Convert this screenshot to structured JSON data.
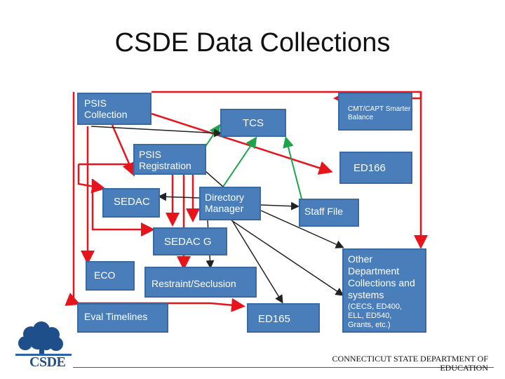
{
  "title": "CSDE Data Collections",
  "boxes": {
    "psis_collection": "PSIS Collection",
    "cmt_capt": "CMT/CAPT Smarter Balance",
    "tcs": "TCS",
    "psis_registration": "PSIS Registration",
    "ed166": "ED166",
    "sedac": "SEDAC",
    "directory_manager": "Directory Manager",
    "staff_file": "Staff File",
    "sedac_g": "SEDAC G",
    "other_collections": "Other Department Collections and systems",
    "other_collections_detail_bold": "CECS",
    "other_collections_detail": "(CECS, ED400, ELL, ED540, Grants, etc.)",
    "eco": "ECO",
    "restraint_seclusion": "Restraint/Seclusion",
    "eval_timelines": "Eval Timelines",
    "ed165": "ED165"
  },
  "footer": {
    "org_line1": "CONNECTICUT STATE DEPARTMENT OF",
    "org_line2": "EDUCATION",
    "logo_text": "CSDE"
  },
  "colors": {
    "box_fill": "#4a7ebb",
    "red_arrow": "#e8141c",
    "green_arrow": "#1fa34a",
    "black_arrow": "#222222"
  }
}
